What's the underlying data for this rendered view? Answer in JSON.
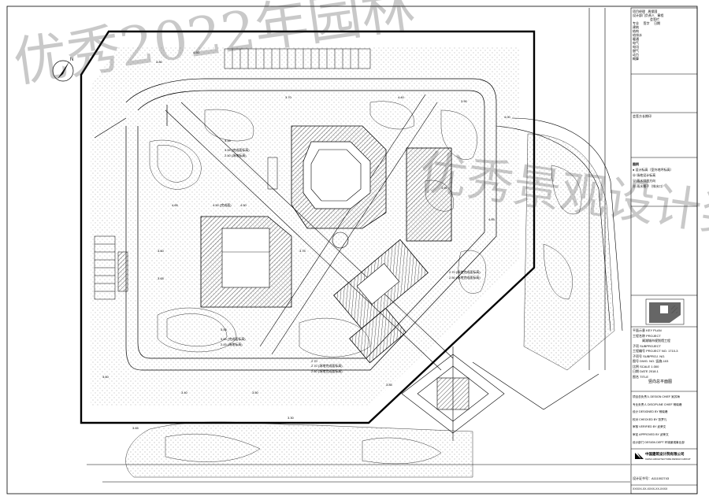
{
  "drawing": {
    "title": "竖向总平面图",
    "scale": "1:300",
    "date": "2018.1",
    "drawing_no": "竖施-103",
    "project": "阆湖城市规划馆工程",
    "project_no": "1710-3",
    "company_cn": "中国建筑设计院有限公司",
    "company_en": "CHINA ARCHITECTURE DESIGN GROUP",
    "certificate": "设计证书号：A111002743",
    "footer_note": "XXXXX-XX-XXXX-XX-XXXX"
  },
  "title_block": {
    "top_rows": [
      {
        "label": "项目经理",
        "value": "周保国"
      },
      {
        "label": "设计部门负责人",
        "value": "章程"
      },
      {
        "label": "",
        "value": "会签栏"
      }
    ],
    "sign_header": [
      "专业",
      "签字",
      "日期"
    ],
    "disciplines": [
      "建筑",
      "结构",
      "给排水",
      "暖通",
      "电气",
      "电讯",
      "燃气",
      "动力",
      "概算"
    ],
    "sign_off": [
      {
        "label": "项目总负责人 DESIGN CHIEF",
        "value": "吴苏海"
      },
      {
        "label": "专业负责人 DISCIPLINE CHIEF",
        "value": "杨晓峰"
      },
      {
        "label": "设计 DESIGNED BY",
        "value": "杨晓峰"
      },
      {
        "label": "校对 CHECKED BY",
        "value": "张梦凡"
      },
      {
        "label": "审核 VERIFIED BY",
        "value": "武荣文"
      },
      {
        "label": "审定 APPROVED BY",
        "value": "武荣文"
      },
      {
        "label": "设计部门 DESIGN DEPT",
        "value": "环境景观事业部"
      }
    ],
    "field_labels": {
      "keyplan": "平面示意 KEY PLAN",
      "project": "工程名称 PROJECT",
      "subproject": "子项 SUBPROJECT",
      "project_no": "工程编号 PROJECT NO.",
      "subproject_no": "子项号 SUBPROJ. NO.",
      "drawing_no": "图号 DWG. NO.",
      "scale": "比例 SCALE",
      "date": "日期 DATE",
      "title": "图名 TITLE"
    },
    "general_note": "会签方长期印"
  },
  "legend": {
    "title": "图例",
    "items": [
      {
        "symbol": "filled-circle",
        "text": "设计标高（室外地坪标高）"
      },
      {
        "symbol": "cross-circle",
        "text": "场地设计标高"
      },
      {
        "symbol": "triangle-down",
        "text": "雨水排放方向"
      },
      {
        "symbol": "grid-square",
        "text": "雨水篦子（排水口）"
      }
    ]
  },
  "watermark": {
    "line1": "优秀2022年园林",
    "line2": "优秀景观设计奖"
  },
  "plan": {
    "north_label": "N",
    "spot_levels": [
      "4.80",
      "4.50",
      "4.40",
      "4.65",
      "3.80",
      "3.70",
      "3.90",
      "3.60",
      "3.55",
      "3.50",
      "3.40",
      "3.75",
      "3.65",
      "3.30",
      "3.85",
      "4.00",
      "3.95",
      "4.85"
    ],
    "tagged_levels": [
      "3.55 (完成面标高)",
      "2.50 (场地标高)",
      "4.50 (完成面)",
      "2.70 (场地完成面标高)",
      "2.50 (场地完成面标高)",
      "3.55 (完成面标高)",
      "2.00 (场地标高)",
      "2.70 (场地完成面标高)",
      "2.60 (场地完成面标高)"
    ]
  },
  "colors": {
    "line": "#000000",
    "hatch": "#555555",
    "watermark": "#3c3c3c"
  }
}
